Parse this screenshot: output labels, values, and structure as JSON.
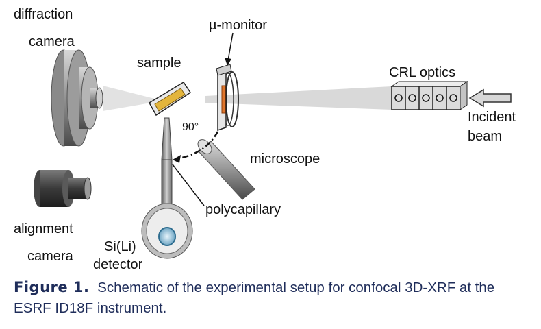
{
  "diagram": {
    "labels": {
      "diffraction_camera_line1": "diffraction",
      "diffraction_camera_line2": "camera",
      "sample": "sample",
      "mu_monitor": "µ-monitor",
      "crl_optics": "CRL optics",
      "incident_beam_line1": "Incident",
      "incident_beam_line2": "beam",
      "angle": "90°",
      "microscope": "microscope",
      "polycapillary": "polycapillary",
      "alignment_camera_line1": "alignment",
      "alignment_camera_line2": "camera",
      "detector_line1": "Si(Li)",
      "detector_line2": "detector"
    }
  },
  "caption": {
    "label": "Figure 1.",
    "text": "Schematic of the experimental setup for confocal 3D-XRF at the ESRF ID18F instrument."
  }
}
